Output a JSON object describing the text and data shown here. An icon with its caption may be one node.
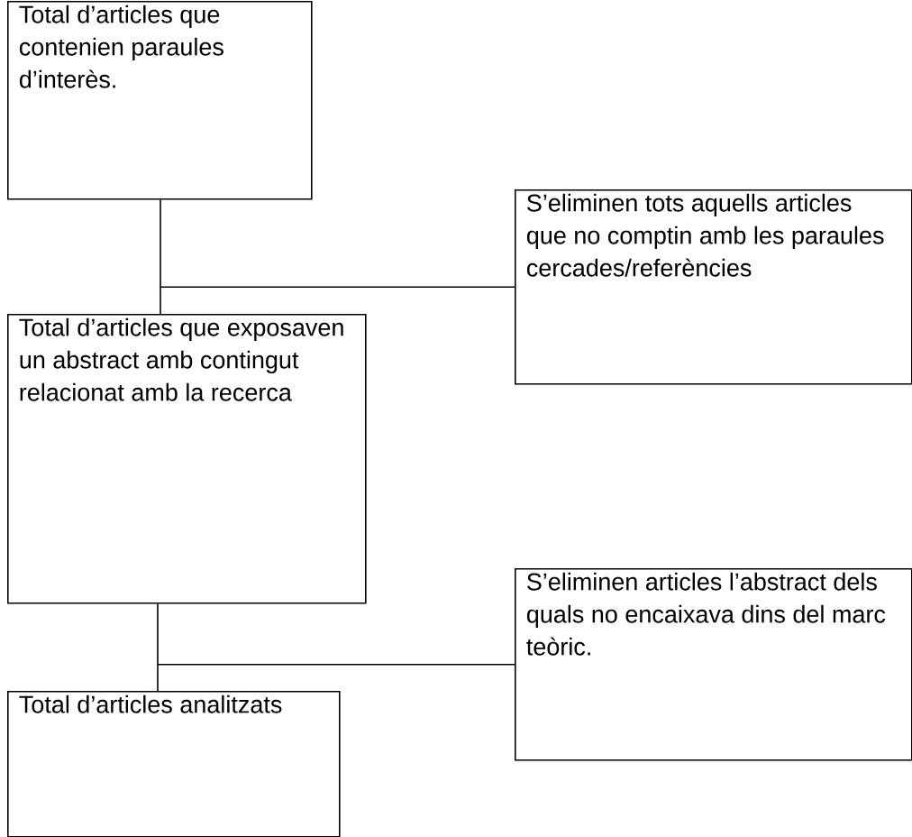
{
  "diagram": {
    "nodes": [
      {
        "text": [
          "Total d’articles que contenien paraules d’interès."
        ]
      },
      {
        "text": [
          "S’eliminen tots aquells articles que no comptin amb les paraules cercades/referències"
        ]
      },
      {
        "text": [
          "Total d’articles que exposaven un abstract amb contingut relacionat amb la recerca"
        ]
      },
      {
        "text": [
          "S’eliminen articles l’abstract dels quals no encaixava dins del marc teòric."
        ]
      },
      {
        "text": [
          "Total d’articles analitzats"
        ]
      }
    ],
    "edges": [
      {
        "from": 0,
        "to": 2,
        "arrow": "none"
      },
      {
        "from": 0,
        "to": 1,
        "arrow": "none"
      },
      {
        "from": 2,
        "to": 4,
        "arrow": "none"
      },
      {
        "from": 2,
        "to": 3,
        "arrow": "none"
      }
    ]
  }
}
